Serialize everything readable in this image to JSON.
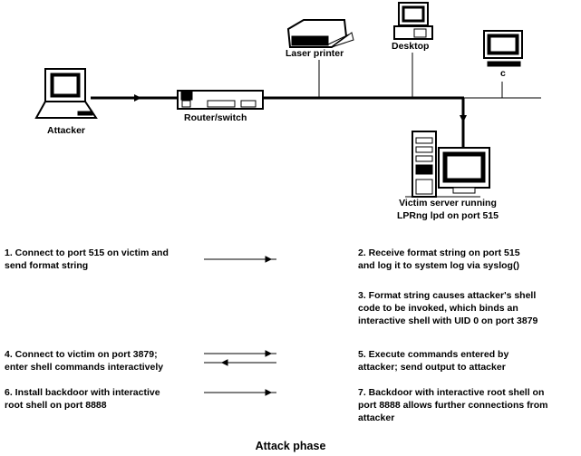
{
  "nodes": {
    "attacker": "Attacker",
    "router": "Router/switch",
    "printer": "Laser printer",
    "desktop": "Desktop",
    "c": "c",
    "victim_line1": "Victim server running",
    "victim_line2": "LPRng lpd on port 515"
  },
  "steps": {
    "s1": [
      "1. Connect to port 515 on victim and",
      "send format string"
    ],
    "s2": [
      "2. Receive format string on port 515",
      "and log it to system log via syslog()"
    ],
    "s3": [
      "3. Format string causes attacker's shell",
      "code to be invoked, which binds an",
      "interactive shell with UID 0 on port 3879"
    ],
    "s4": [
      "4. Connect to victim on port 3879;",
      "enter shell commands interactively"
    ],
    "s5": [
      "5. Execute commands entered by",
      "attacker; send output to attacker"
    ],
    "s6": [
      "6. Install backdoor with interactive",
      "root shell on port 8888"
    ],
    "s7": [
      "7. Backdoor with interactive root shell on",
      "port 8888 allows further connections from",
      "attacker"
    ]
  },
  "title": "Attack phase"
}
